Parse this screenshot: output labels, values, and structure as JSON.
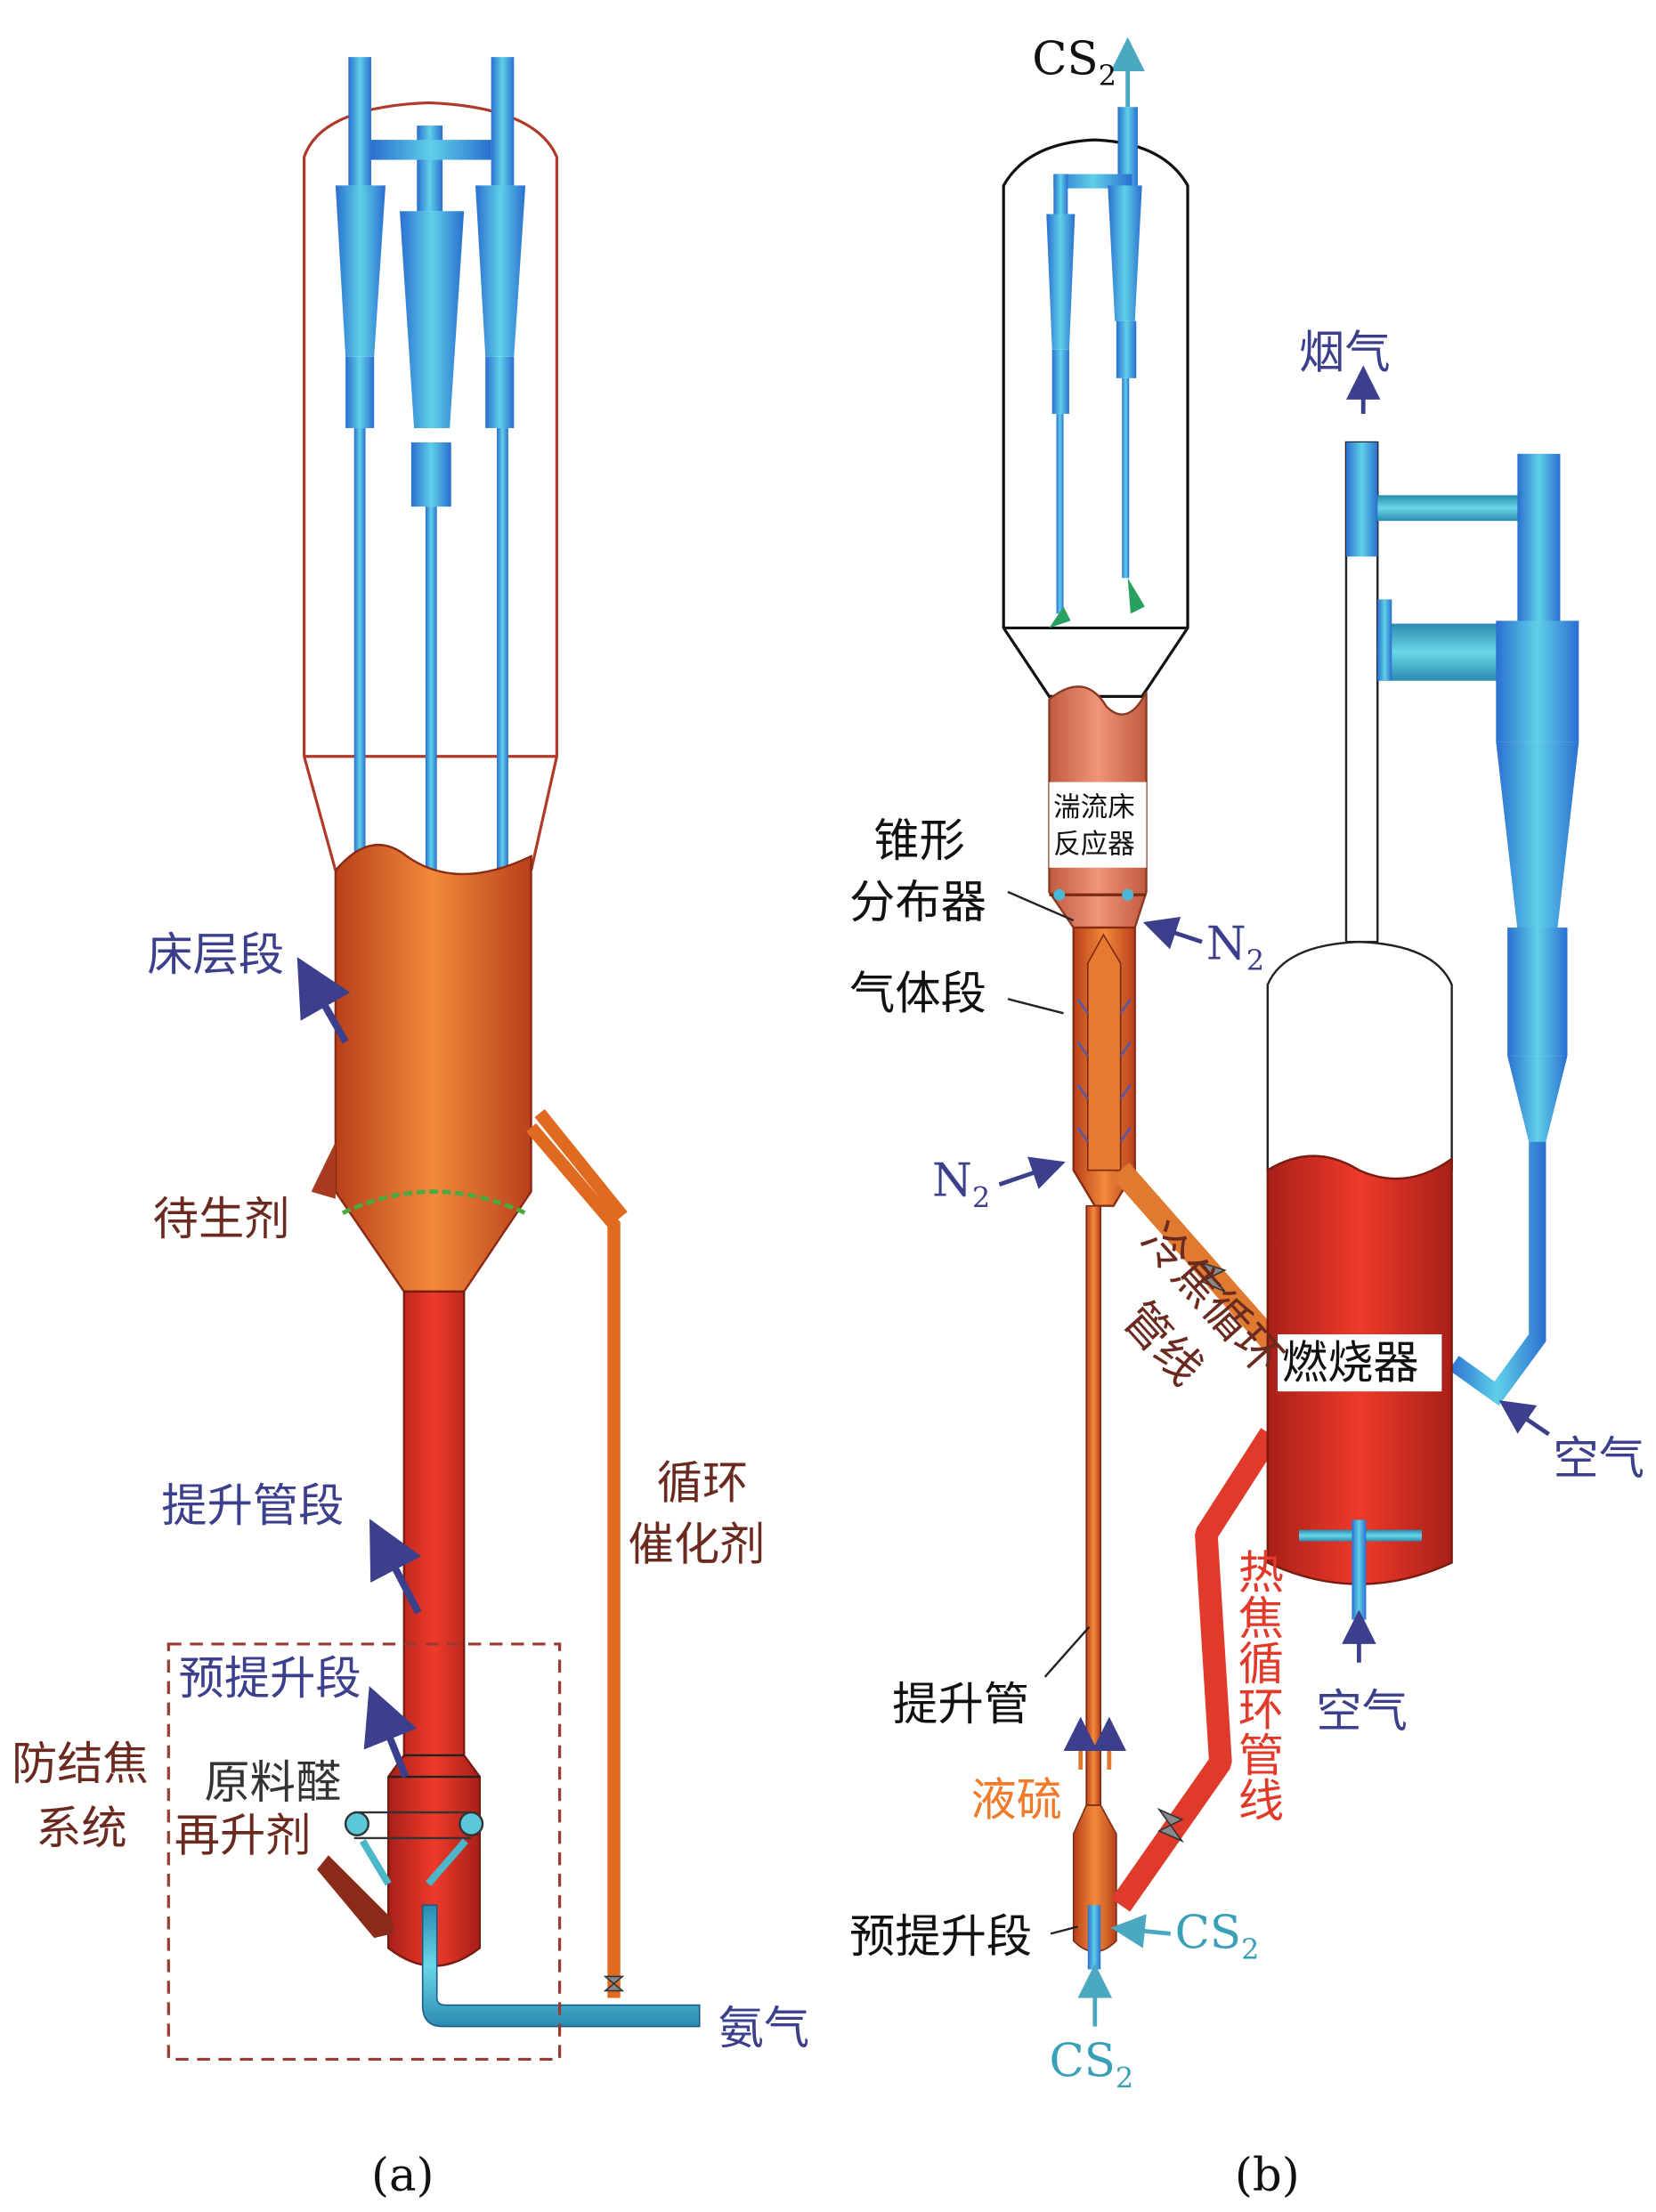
{
  "panel_a": {
    "caption": "(a)",
    "labels": {
      "bed_section": "床层段",
      "spent_catalyst": "待生剂",
      "circulating_catalyst_1": "循环",
      "circulating_catalyst_2": "催化剂",
      "riser_section": "提升管段",
      "pre_lift_section": "预提升段",
      "anti_coking_1": "防结焦",
      "anti_coking_2": "系统",
      "feed_aldehyde": "原料醛",
      "regenerated_catalyst": "再升剂",
      "ammonia": "氨气"
    }
  },
  "panel_b": {
    "caption": "(b)",
    "labels": {
      "cs2_top": "CS",
      "cs2_sub": "2",
      "flue_gas": "烟气",
      "turbulent_bed_1": "湍流床",
      "turbulent_bed_2": "反应器",
      "cone_distributor_1": "锥形",
      "cone_distributor_2": "分布器",
      "gas_section": "气体段",
      "n2": "N",
      "n2_sub": "2",
      "cold_coke_line_1": "冷焦循环",
      "cold_coke_line_2": "管线",
      "burner": "燃烧器",
      "air": "空气",
      "hot_coke_line": "热焦循环管线",
      "riser": "提升管",
      "liquid_sulfur": "液硫",
      "pre_lift_section": "预提升段"
    }
  },
  "colors": {
    "pipe_blue": "#3aa8d8",
    "bed_orange": "#ee7a30",
    "riser_red": "#e03a2a",
    "reactor_salmon": "#e8866a",
    "label_blue": "#3b3f8c",
    "label_brown": "#6b2a1f"
  }
}
